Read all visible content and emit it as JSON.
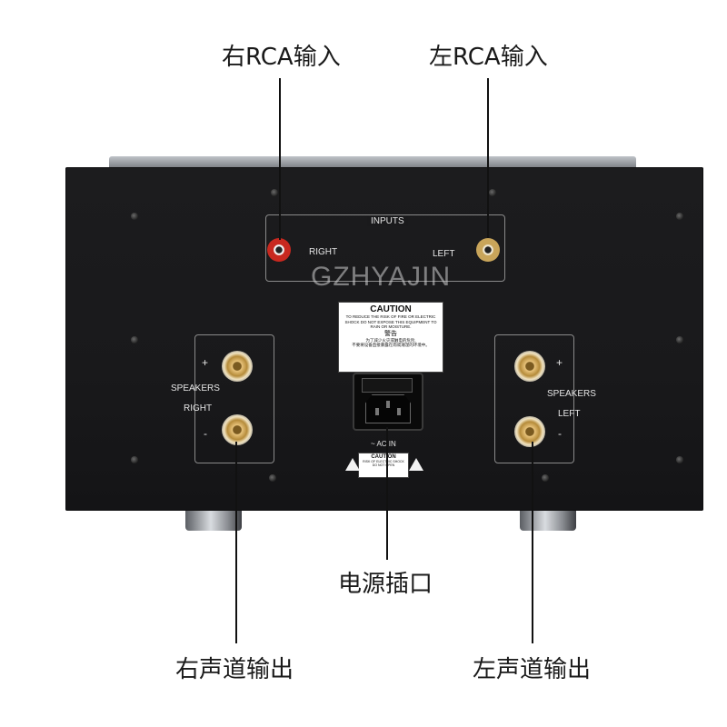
{
  "callouts": {
    "right_rca": "右RCA输入",
    "left_rca": "左RCA输入",
    "power": "电源插口",
    "right_out": "右声道输出",
    "left_out": "左声道输出"
  },
  "panel": {
    "inputs": "INPUTS",
    "right": "RIGHT",
    "left": "LEFT",
    "watermark": "GZHYAJIN",
    "speakers": "SPEAKERS",
    "plus": "+",
    "minus": "-",
    "ac_in": "~ AC IN",
    "caution_title": "CAUTION",
    "caution_text": "TO REDUCE THE RISK OF FIRE OR ELECTRIC SHOCK DO NOT EXPOSE THIS EQUIPMENT TO RAIN OR MOISTURE.",
    "warning_title": "警告",
    "warning_text_1": "为了减少火灾或触电的危险,",
    "warning_text_2": "不要将设备直接暴露在雨或潮湿的环境中。",
    "caution_small": "CAUTION",
    "caution_small_text": "RISK OF ELECTRIC SHOCK DO NOT OPEN"
  },
  "colors": {
    "rca_right": "#c8281f",
    "rca_left": "#c9a55a"
  }
}
